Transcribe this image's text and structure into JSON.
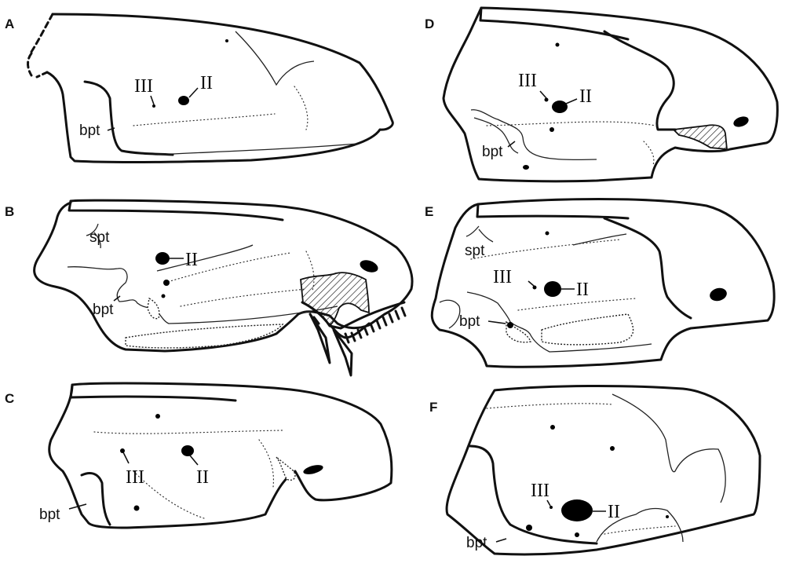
{
  "panels": [
    {
      "letter": "A",
      "labels": {
        "optic": "II",
        "oculomotor": "III",
        "basipterygoid": "bpt"
      }
    },
    {
      "letter": "B",
      "labels": {
        "optic": "II",
        "sphenethmoid": "spt",
        "basipterygoid": "bpt"
      }
    },
    {
      "letter": "C",
      "labels": {
        "optic": "II",
        "oculomotor": "III",
        "basipterygoid": "bpt"
      }
    },
    {
      "letter": "D",
      "labels": {
        "optic": "II",
        "oculomotor": "III",
        "basipterygoid": "bpt"
      }
    },
    {
      "letter": "E",
      "labels": {
        "optic": "II",
        "oculomotor": "III",
        "sphenethmoid": "spt",
        "basipterygoid": "bpt"
      }
    },
    {
      "letter": "F",
      "labels": {
        "optic": "II",
        "oculomotor": "III",
        "basipterygoid": "bpt"
      }
    }
  ],
  "colors": {
    "ink": "#111111",
    "paper": "#ffffff"
  }
}
